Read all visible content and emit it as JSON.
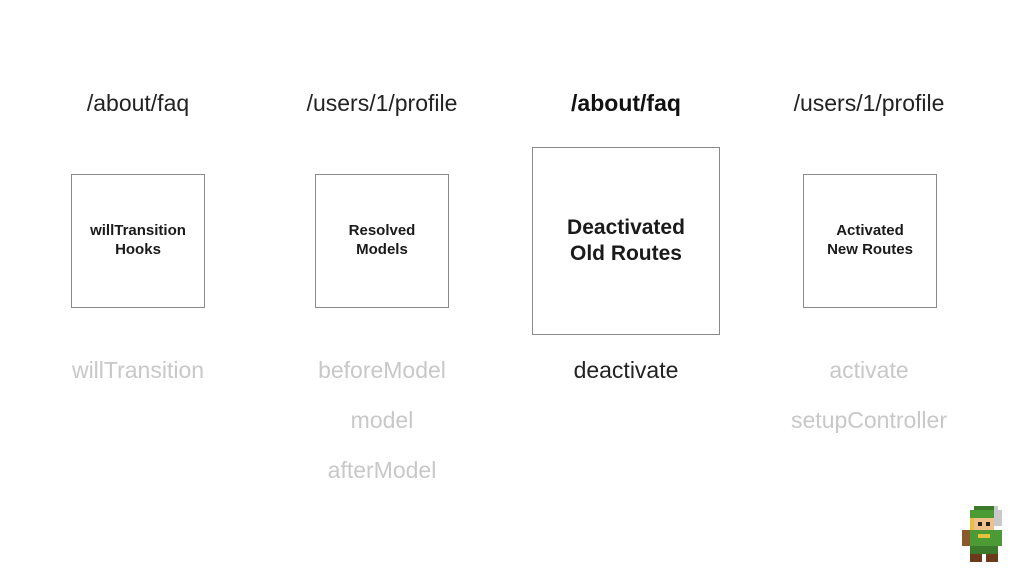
{
  "columns": [
    {
      "title": "/about/faq",
      "box": "willTransition\nHooks",
      "hooks": [
        "willTransition"
      ]
    },
    {
      "title": "/users/1/profile",
      "box": "Resolved\nModels",
      "hooks": [
        "beforeModel",
        "model",
        "afterModel"
      ]
    },
    {
      "title": "/about/faq",
      "box": "Deactivated\nOld Routes",
      "hooks": [
        "deactivate"
      ]
    },
    {
      "title": "/users/1/profile",
      "box": "Activated\nNew Routes",
      "hooks": [
        "activate",
        "setupController"
      ]
    }
  ],
  "colors": {
    "active_text": "#222222",
    "inactive_text": "#c8c8c8",
    "box_border": "#8a8a8a"
  },
  "icons": {
    "mascot": "pixel-hero-sprite-icon"
  }
}
